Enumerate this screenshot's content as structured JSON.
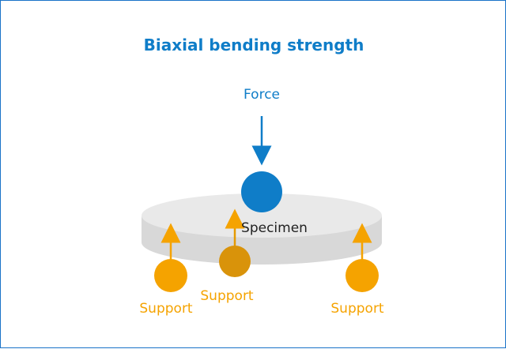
{
  "title": "Biaxial bending strength",
  "labels": {
    "force": "Force",
    "specimen": "Specimen",
    "support_left": "Support",
    "support_back": "Support",
    "support_right": "Support"
  },
  "colors": {
    "frame": "#1a73c8",
    "title": "#0f7dc8",
    "force": "#0f7dc8",
    "support": "#f5a300",
    "specimen_top": "#e8e8e8",
    "specimen_side": "#d4d4d4",
    "text": "#222222"
  }
}
